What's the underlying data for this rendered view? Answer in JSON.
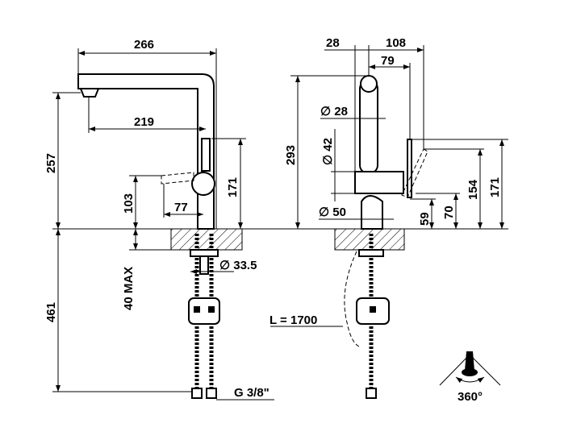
{
  "side_view": {
    "width_total": "266",
    "spout_reach": "219",
    "height_to_spout": "257",
    "lever_height": "103",
    "height_171": "171",
    "offset_77": "77",
    "counter_max": "40 MAX",
    "hole_diameter": "∅ 33.5",
    "hose_length": "461",
    "connection": "G 3/8\""
  },
  "front_view": {
    "dim_28": "28",
    "dim_108": "108",
    "dim_79": "79",
    "height_293": "293",
    "tube_diameter": "∅ 28",
    "body_diameter": "∅ 42",
    "base_diameter": "∅ 50",
    "dim_59": "59",
    "dim_70": "70",
    "dim_154": "154",
    "dim_171": "171",
    "pullout_length": "L = 1700"
  },
  "rotation": {
    "label": "360°"
  }
}
